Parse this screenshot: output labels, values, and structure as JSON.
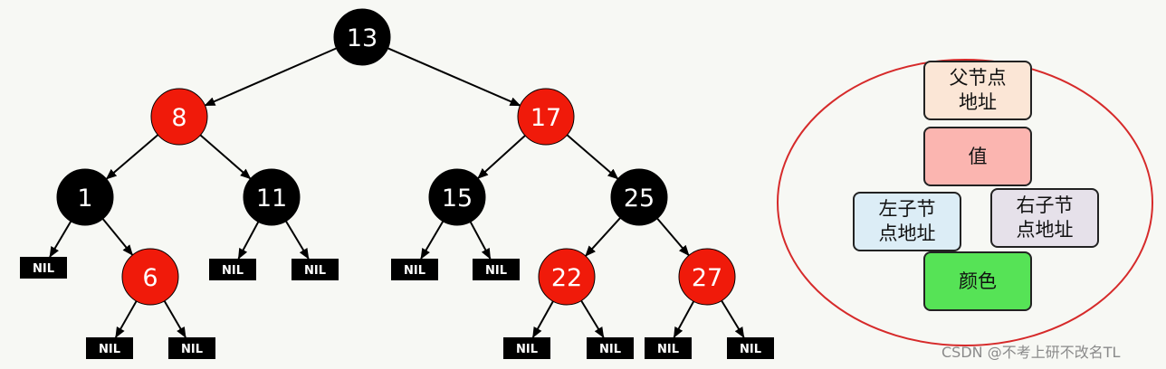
{
  "tree": {
    "nodes": [
      {
        "id": "n13",
        "label": "13",
        "color": "black"
      },
      {
        "id": "n8",
        "label": "8",
        "color": "red"
      },
      {
        "id": "n17",
        "label": "17",
        "color": "red"
      },
      {
        "id": "n1",
        "label": "1",
        "color": "black"
      },
      {
        "id": "n11",
        "label": "11",
        "color": "black"
      },
      {
        "id": "n15",
        "label": "15",
        "color": "black"
      },
      {
        "id": "n25",
        "label": "25",
        "color": "black"
      },
      {
        "id": "n6",
        "label": "6",
        "color": "red"
      },
      {
        "id": "n22",
        "label": "22",
        "color": "red"
      },
      {
        "id": "n27",
        "label": "27",
        "color": "red"
      }
    ],
    "nil_label": "NIL",
    "edges": [
      [
        "n13",
        "n8"
      ],
      [
        "n13",
        "n17"
      ],
      [
        "n8",
        "n1"
      ],
      [
        "n8",
        "n11"
      ],
      [
        "n17",
        "n15"
      ],
      [
        "n17",
        "n25"
      ],
      [
        "n1",
        "nil1"
      ],
      [
        "n1",
        "n6"
      ],
      [
        "n6",
        "nil2"
      ],
      [
        "n6",
        "nil3"
      ],
      [
        "n11",
        "nil4"
      ],
      [
        "n11",
        "nil5"
      ],
      [
        "n15",
        "nil6"
      ],
      [
        "n15",
        "nil7"
      ],
      [
        "n25",
        "n22"
      ],
      [
        "n25",
        "n27"
      ],
      [
        "n22",
        "nil8"
      ],
      [
        "n22",
        "nil9"
      ],
      [
        "n27",
        "nil10"
      ],
      [
        "n27",
        "nil11"
      ]
    ]
  },
  "node_structure": {
    "parent_address": "父节点\n地址",
    "value": "值",
    "left_child_address": "左子节\n点地址",
    "right_child_address": "右子节\n点地址",
    "color": "颜色"
  },
  "colors": {
    "red_node": "#f01a0a",
    "black_node": "#000000",
    "parent_box": "#fbe6d6",
    "value_box": "#fbb5b0",
    "left_box": "#dcedf6",
    "right_box": "#e6e1ea",
    "color_box": "#56e356",
    "ellipse": "#d62a2a"
  },
  "watermark": "CSDN @不考上研不改名TL"
}
